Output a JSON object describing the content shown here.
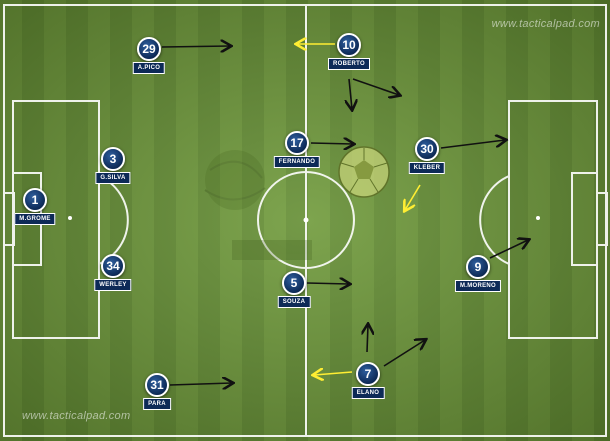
{
  "watermarks": {
    "top": "www.tacticalpad.com",
    "bottom": "www.tacticalpad.com"
  },
  "colors": {
    "pitch_stripe_a": "#6f9a3a",
    "pitch_stripe_b": "#648e33",
    "team": "#0d2a57",
    "arrow_black": "#111111",
    "arrow_yellow": "#ffee33"
  },
  "players": [
    {
      "id": "p1",
      "number": "1",
      "name": "M.GROME"
    },
    {
      "id": "p3",
      "number": "3",
      "name": "G.SILVA"
    },
    {
      "id": "p34",
      "number": "34",
      "name": "WERLEY"
    },
    {
      "id": "p29",
      "number": "29",
      "name": "A.PICO"
    },
    {
      "id": "p31",
      "number": "31",
      "name": "PARA"
    },
    {
      "id": "p17",
      "number": "17",
      "name": "FERNANDO"
    },
    {
      "id": "p5",
      "number": "5",
      "name": "SOUZA"
    },
    {
      "id": "p10",
      "number": "10",
      "name": "ROBERTO"
    },
    {
      "id": "p30",
      "number": "30",
      "name": "KLEBER"
    },
    {
      "id": "p9",
      "number": "9",
      "name": "M.MORENO"
    },
    {
      "id": "p7",
      "number": "7",
      "name": "ELANO"
    }
  ]
}
